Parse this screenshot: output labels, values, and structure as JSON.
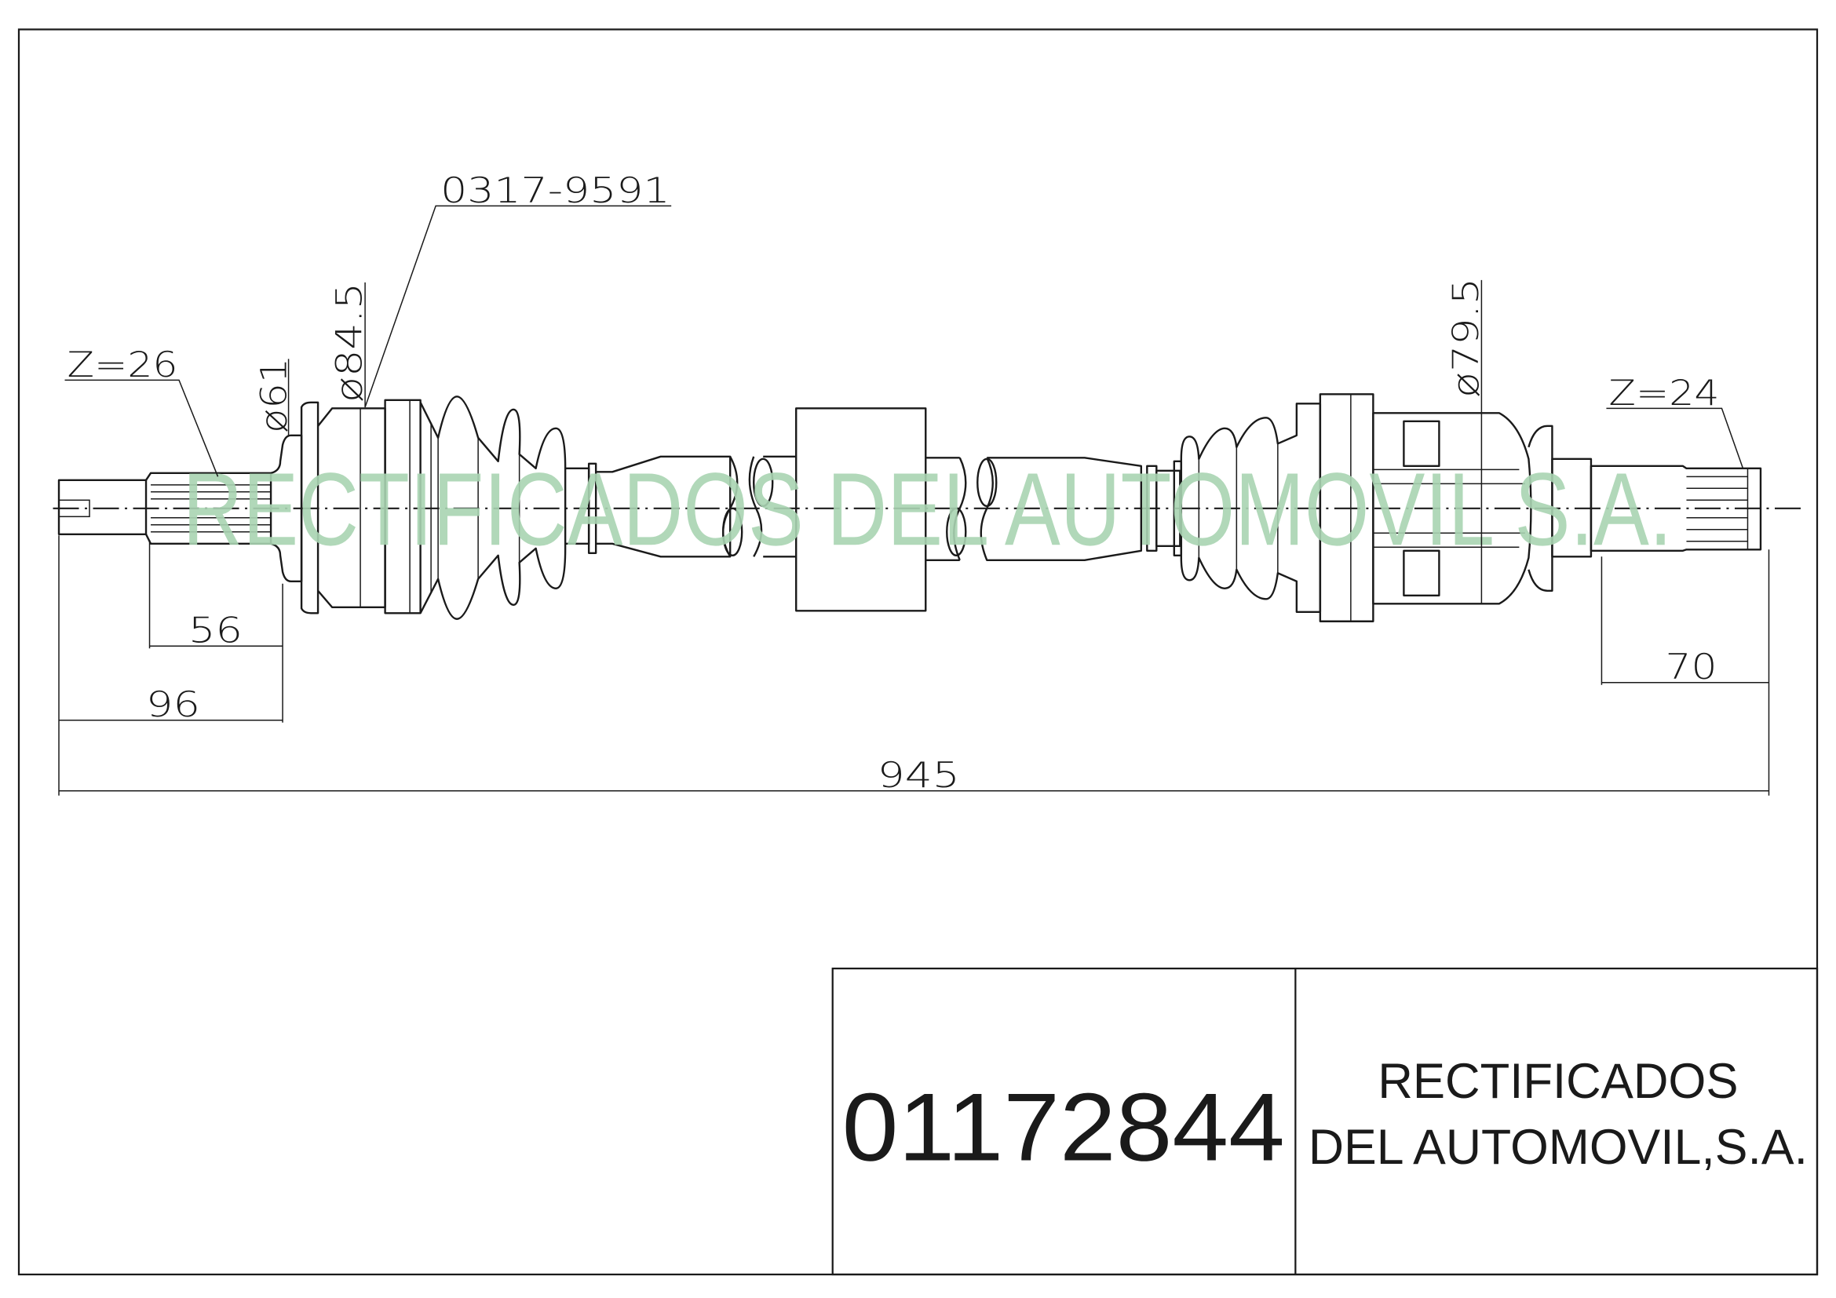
{
  "drawing": {
    "reference_code": "0317-9591",
    "left_teeth": "Z=26",
    "right_teeth": "Z=24",
    "dia_61": "ø61",
    "dia_84_5": "ø84.5",
    "dia_79_5": "ø79.5",
    "dim_56": "56",
    "dim_96": "96",
    "dim_945": "945",
    "dim_70": "70",
    "watermark": "RECTIFICADOS DEL AUTOMOVIL S.A."
  },
  "title_block": {
    "part_number": "01172844",
    "company_line1": "RECTIFICADOS",
    "company_line2": "DEL AUTOMOVIL,S.A."
  }
}
